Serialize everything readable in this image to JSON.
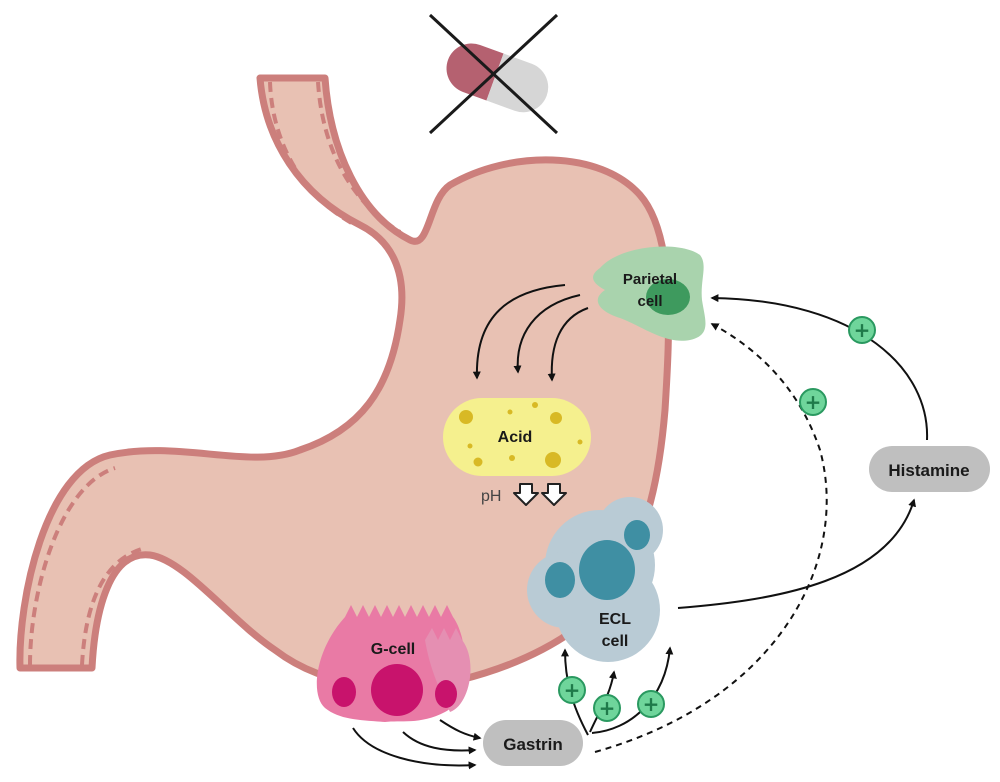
{
  "labels": {
    "parietal_line1": "Parietal",
    "parietal_line2": "cell",
    "acid": "Acid",
    "ph": "pH",
    "histamine": "Histamine",
    "ecl_line1": "ECL",
    "ecl_line2": "cell",
    "gcell": "G-cell",
    "gastrin": "Gastrin",
    "plus": "+"
  },
  "icons": {
    "pill": "crossed-out-pill-icon",
    "ph_down": "down-arrow-icon",
    "stimulation": "plus-circle-icon"
  },
  "colors": {
    "stomach_fill": "#e8c1b3",
    "stomach_wall": "#cc7f7c",
    "parietal": "#a9d3ad",
    "parietal_nucleus": "#3e9a5e",
    "acid": "#f5f08e",
    "acid_dots": "#d8b925",
    "ecl": "#b9cbd5",
    "ecl_nucleus": "#3f8fa3",
    "gcell": "#e97aa5",
    "gcell_nucleus": "#c8136c",
    "label_box": "#bfbfbf",
    "plus_fill": "#6fd59b",
    "plus_stroke": "#2a9960",
    "pill_red": "#b56170",
    "pill_grey": "#d6d6d6"
  }
}
